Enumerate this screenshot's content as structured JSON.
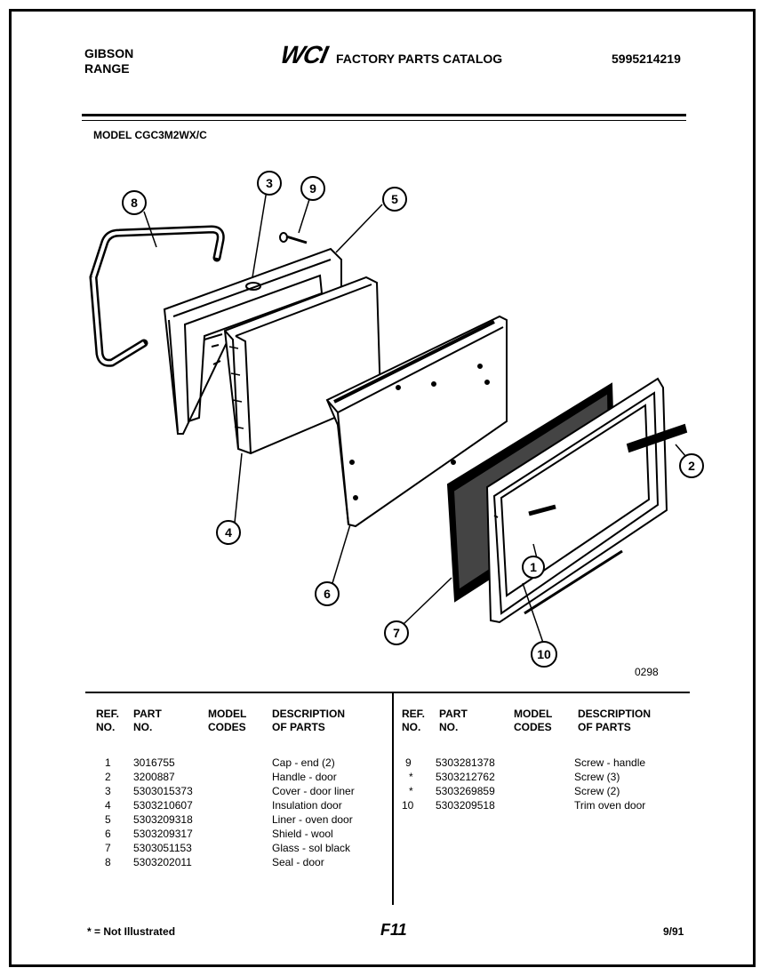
{
  "header": {
    "brand_line1": "GIBSON",
    "brand_line2": "RANGE",
    "logo": "WCI",
    "catalog_title": "FACTORY PARTS CATALOG",
    "catalog_number": "5995214219"
  },
  "model_label": "MODEL CGC3M2WX/C",
  "diagram": {
    "code": "0298",
    "callouts": [
      "1",
      "2",
      "3",
      "4",
      "5",
      "6",
      "7",
      "8",
      "9",
      "10"
    ]
  },
  "table": {
    "headers": {
      "ref_line1": "REF.",
      "ref_line2": "NO.",
      "part_line1": "PART",
      "part_line2": "NO.",
      "model_line1": "MODEL",
      "model_line2": "CODES",
      "desc_line1": "DESCRIPTION",
      "desc_line2": "OF PARTS"
    },
    "left_rows": [
      {
        "ref": "1",
        "part": "3016755",
        "model": "",
        "desc": "Cap - end (2)"
      },
      {
        "ref": "2",
        "part": "3200887",
        "model": "",
        "desc": "Handle - door"
      },
      {
        "ref": "3",
        "part": "5303015373",
        "model": "",
        "desc": "Cover - door liner"
      },
      {
        "ref": "4",
        "part": "5303210607",
        "model": "",
        "desc": "Insulation door"
      },
      {
        "ref": "5",
        "part": "5303209318",
        "model": "",
        "desc": "Liner - oven door"
      },
      {
        "ref": "6",
        "part": "5303209317",
        "model": "",
        "desc": "Shield - wool"
      },
      {
        "ref": "7",
        "part": "5303051153",
        "model": "",
        "desc": "Glass - sol black"
      },
      {
        "ref": "8",
        "part": "5303202011",
        "model": "",
        "desc": "Seal - door"
      }
    ],
    "right_rows": [
      {
        "ref": "9",
        "part": "5303281378",
        "model": "",
        "desc": "Screw - handle"
      },
      {
        "ref": "*",
        "part": "5303212762",
        "model": "",
        "desc": "Screw (3)"
      },
      {
        "ref": "*",
        "part": "5303269859",
        "model": "",
        "desc": "Screw (2)"
      },
      {
        "ref": "10",
        "part": "5303209518",
        "model": "",
        "desc": "Trim oven door"
      }
    ]
  },
  "footer": {
    "note": "* = Not Illustrated",
    "page": "F11",
    "date": "9/91"
  }
}
